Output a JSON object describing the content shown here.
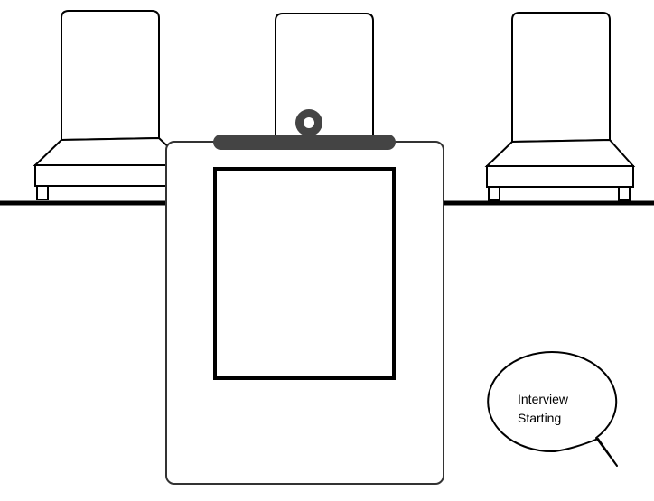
{
  "scene": {
    "chairs": [
      {
        "name": "chair-left"
      },
      {
        "name": "chair-center"
      },
      {
        "name": "chair-right"
      }
    ],
    "clipboard": {
      "paper": "blank"
    },
    "speech_bubble": {
      "lines": [
        "Interview",
        "Starting"
      ]
    },
    "colors": {
      "outline": "#000000",
      "clip": "#444444",
      "fill": "#ffffff",
      "floor": "#000000"
    }
  }
}
